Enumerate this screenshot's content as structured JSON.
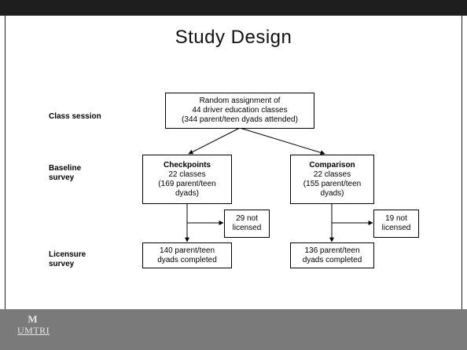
{
  "title": "Study Design",
  "rows": {
    "class_session": "Class session",
    "baseline": [
      "Baseline",
      "survey"
    ],
    "licensure": [
      "Licensure",
      "survey"
    ]
  },
  "boxes": {
    "random": [
      "Random assignment of",
      "44 driver education classes",
      "(344 parent/teen dyads attended)"
    ],
    "checkpoints": {
      "heading": "Checkpoints",
      "lines": [
        "22 classes",
        "(169 parent/teen",
        "dyads)"
      ]
    },
    "comparison": {
      "heading": "Comparison",
      "lines": [
        "22 classes",
        "(155 parent/teen",
        "dyads)"
      ]
    },
    "cp_not_licensed": [
      "29 not",
      "licensed"
    ],
    "cmp_not_licensed": [
      "19 not",
      "licensed"
    ],
    "cp_completed": [
      "140 parent/teen",
      "dyads completed"
    ],
    "cmp_completed": [
      "136 parent/teen",
      "dyads completed"
    ]
  },
  "logo": {
    "mark": "M",
    "word": "UMTRI"
  }
}
